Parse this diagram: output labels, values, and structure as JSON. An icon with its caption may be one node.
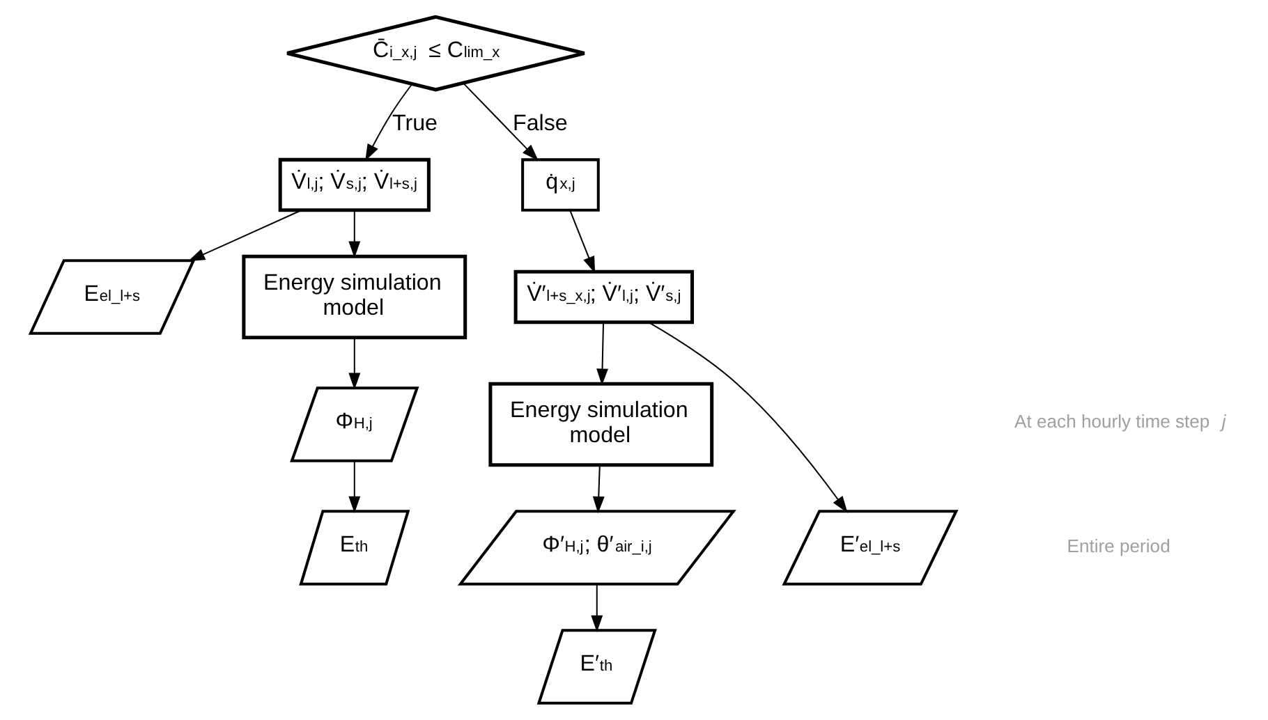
{
  "diagram": {
    "nodes": [
      {
        "text": [
          "C̄$_{i_x,j}$ ≤ C$_{lim_x}$"
        ]
      },
      {
        "text": [
          "q̇$_{x,j}$"
        ]
      },
      {
        "text": [
          "V̇$_{l,j}$; V̇$_{s,j}$; V̇$_{l+s,j}$"
        ]
      },
      {
        "text": [
          "V̇′$_{l+s_x,j}$; V̇′$_{l,j}$; V̇′$_{s,j}$"
        ]
      },
      {
        "text": [
          "Energy simulation model"
        ]
      },
      {
        "text": [
          "Energy simulation model"
        ]
      },
      {
        "text": [
          "Φ$_{H,j}$"
        ]
      },
      {
        "text": [
          "Φ′$_{H,j}$; θ′$_{air_i,j}$"
        ]
      },
      {
        "text": [
          "E$_{el_l+s}$"
        ]
      },
      {
        "text": [
          "E$_{th}$"
        ]
      },
      {
        "text": [
          "E′$_{th}$"
        ]
      },
      {
        "text": [
          "E′$_{el_l+s}$"
        ]
      }
    ],
    "edges": [
      {
        "from": 0,
        "to": 2,
        "arrow": "to",
        "label": "True"
      },
      {
        "from": 0,
        "to": 1,
        "arrow": "to",
        "label": "False"
      },
      {
        "from": 1,
        "to": 3,
        "arrow": "to"
      },
      {
        "from": 2,
        "to": 8,
        "arrow": "to"
      },
      {
        "from": 2,
        "to": 4,
        "arrow": "to"
      },
      {
        "from": 4,
        "to": 6,
        "arrow": "to"
      },
      {
        "from": 6,
        "to": 9,
        "arrow": "to"
      },
      {
        "from": 3,
        "to": 5,
        "arrow": "to"
      },
      {
        "from": 3,
        "to": 11,
        "arrow": "to"
      },
      {
        "from": 5,
        "to": 7,
        "arrow": "to"
      },
      {
        "from": 7,
        "to": 10,
        "arrow": "to"
      }
    ],
    "labels": [
      "At each hourly time step *j*",
      "Entire period"
    ]
  }
}
